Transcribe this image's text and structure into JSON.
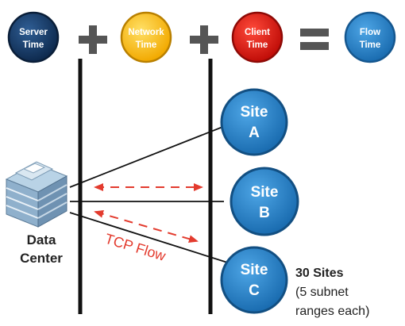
{
  "top_row": {
    "server_time": {
      "line1": "Server",
      "line2": "Time",
      "color": "#17375e"
    },
    "network_time": {
      "line1": "Network",
      "line2": "Time",
      "color": "#ffc000"
    },
    "client_time": {
      "line1": "Client",
      "line2": "Time",
      "color": "#e01a12"
    },
    "flow_time": {
      "line1": "Flow",
      "line2": "Time",
      "color": "#2e86c8"
    },
    "operator_color": "#555555"
  },
  "sites": [
    {
      "line1": "Site",
      "line2": "A"
    },
    {
      "line1": "Site",
      "line2": "B"
    },
    {
      "line1": "Site",
      "line2": "C"
    }
  ],
  "site_color": "#2e86c8",
  "data_center": {
    "line1": "Data",
    "line2": "Center"
  },
  "tcp_flow": {
    "label": "TCP Flow",
    "color": "#e33b2e"
  },
  "note": {
    "line1": "30 Sites",
    "line2": "(5 subnet",
    "line3": "ranges each)"
  }
}
